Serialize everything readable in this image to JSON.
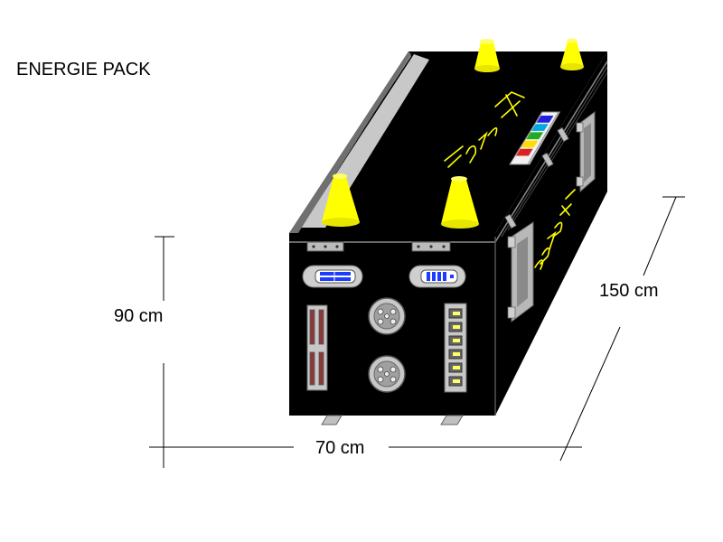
{
  "title": "ENERGIE PACK",
  "dimensions": {
    "height": "90 cm",
    "width": "70 cm",
    "depth": "150 cm"
  },
  "colors": {
    "case_body": "#000000",
    "top_highlight": "#c0c0c0",
    "side_lines": "#8a8a8a",
    "cone": "#ffff00",
    "graffiti": "#ffff00",
    "meter_blue": "#1e3cff",
    "swatches": [
      "#2222dd",
      "#00aadd",
      "#22aa22",
      "#ffdd00",
      "#dd2222"
    ]
  },
  "icons": [
    "traffic-cone-icon",
    "power-socket-icon",
    "battery-meter-icon",
    "latch-icon",
    "handle-icon"
  ]
}
